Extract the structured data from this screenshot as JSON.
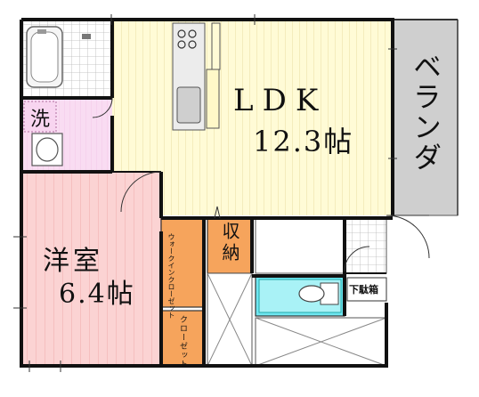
{
  "floorplan": {
    "rooms": {
      "ldk": {
        "name": "LDK",
        "size": "12.3帖",
        "color": "#fffbd6",
        "stripe": "#f0e8b0"
      },
      "bedroom": {
        "name": "洋室",
        "size": "6.4帖",
        "color": "#fdd0d0",
        "stripe": "#f3b3b3"
      },
      "veranda": {
        "name": "ベランダ",
        "color": "#c8c8c8"
      },
      "storage": {
        "name": "収納",
        "color": "#f5a35a"
      },
      "walk_in": {
        "name": "ウォークインクローゼット",
        "color": "#f5a35a"
      },
      "closet": {
        "name": "クローゼット",
        "color": "#f5a35a"
      },
      "washroom": {
        "name": "洗",
        "color": "#f8d5f0"
      },
      "shoe_box": {
        "name": "下駄箱"
      },
      "toilet_area": {
        "color": "#6ee6f0"
      }
    }
  }
}
